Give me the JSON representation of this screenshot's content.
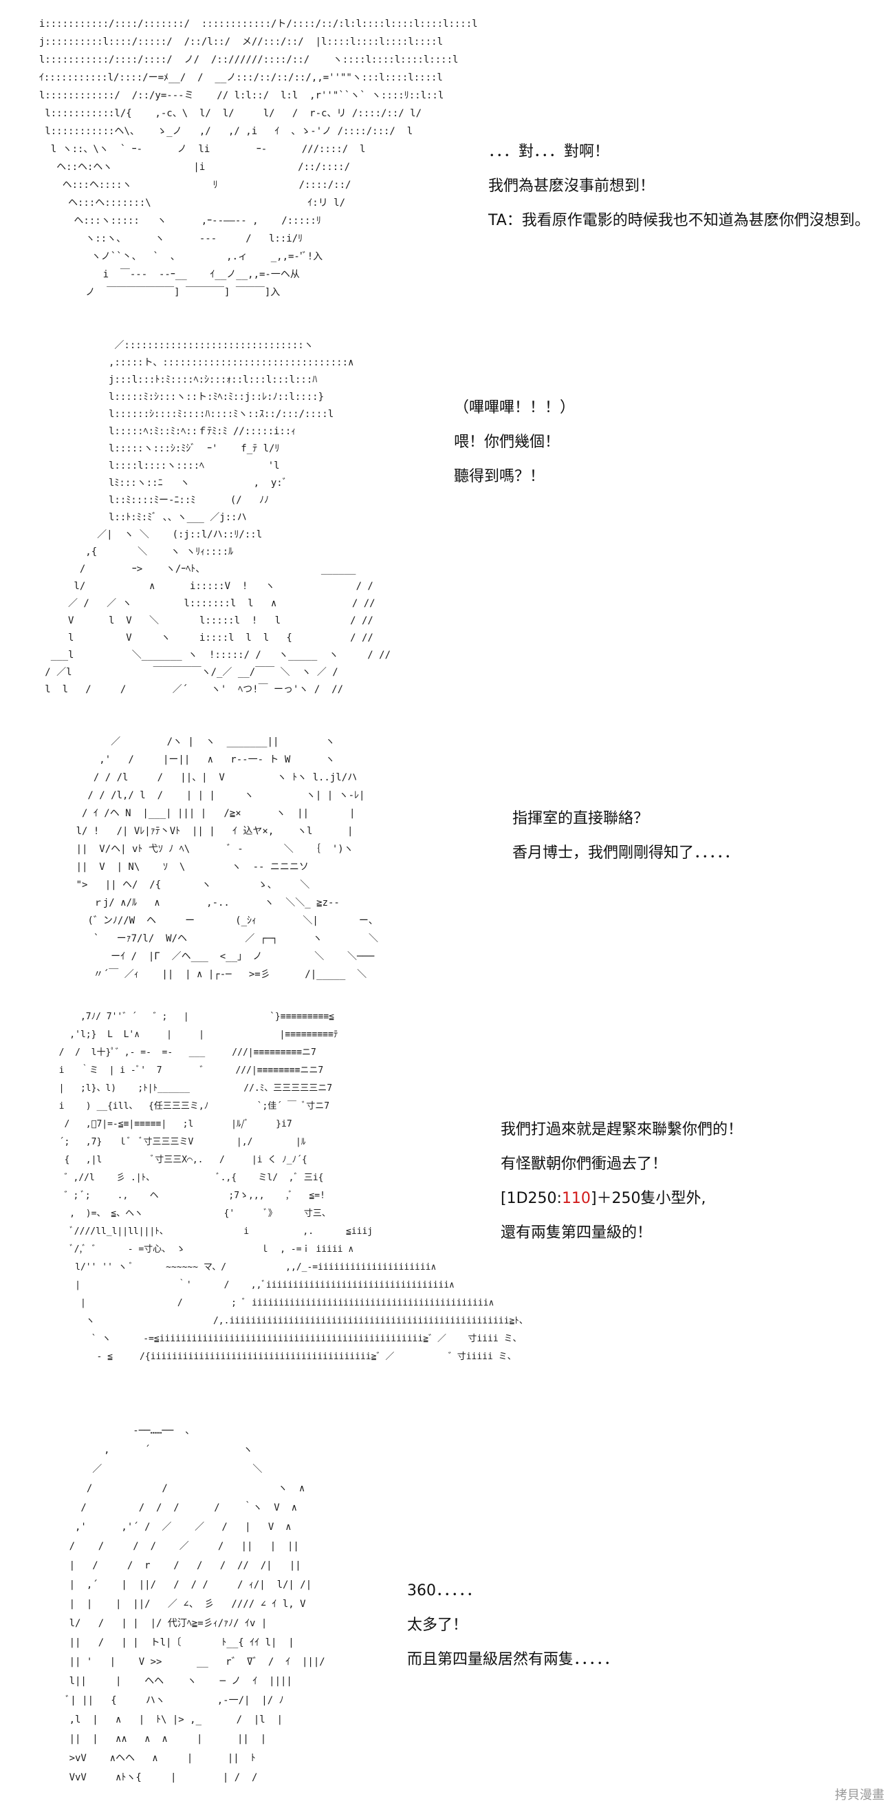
{
  "panels": [
    {
      "art": "  i:::::::::::/::::/:::::::/  ::::::::::::/ト/::::/::/:l:l::::l::::l::::l::::l\n  j::::::::::l::::/:::::/  /::/l::/  メ//:::/::/  |l::::l::::l::::l::::l\n  l:::::::::::/::::/::::/  ノ/  /:://////::::/::/    ヽ::::l::::l::::l::::l\n  ｲ:::::::::::l/::::/ー=ﾒ__/  /  __ノ:::/::/::/::/,,=''\"\"ヽ:::l::::l::::l\n  l::::::::::::/  /::/y=---ミ    // l:l::/  l:l  ,r''\"``ヽ` ヽ::::ﾘ::l::l\n   l:::::::::::l/{    ,-c、\\  l/  l/     l/   /  r-c、リ /::::/::/ l/\n   l:::::::::::ヘ\\、   ゝ_ノ   ,/   ,/ ,i   ｲ  、ゝ-'ノ /::::/:::/  l\n    l ヽ::、\\ヽ  ` ｰ-      ノ  li        ｰ-      ///::::/  l\n     ヘ::ヘ:ヘヽ              |i                /::/::::/\n      ヘ:::ヘ::::ヽ              ﾘ              /::::/::/\n       ヘ:::ヘ:::::::\\                           ｲ:リ l/\n        ヘ:::ヽ:::::   ヽ      ,ｰ‐-――‐- ,    /:::::ﾘ\n          ヽ::ヽ、     ヽ      ---     /   l::i/ﾘ\n           ヽノ``丶、  `  、        ,.ィ    _,,=-'ﾞ!入\n             i  ￣---  ‐-ｰ__    ｲ__ノ__,,=-一ヘ从\n          ノ  ￣￣￣￣￣￣￣] ￣￣￣￣] ￣￣￣]入",
      "lines": [
        "．．．對．．．對啊！",
        "我們為甚麽沒事前想到！",
        "TA：我看原作電影的時候我也不知道為甚麽你們沒想到。"
      ]
    },
    {
      "art": "               ／:::::::::::::::::::::::::::::::ヽ\n              ,:::::ト、::::::::::::::::::::::::::::::::∧\n              j:::l:::ﾄ:ﾐ::::ﾍ:ｼ:::ｫ::l:::l:::l:::ﾊ\n              l:::::ﾐ:ｼ:::ヽ::ト:ﾐﾍ:ﾐ::j::ﾚ:ﾉ::l::::}\n              l::::::ｼ::::ﾐ::::ﾊ::::ﾐヽ::ｽ::/:::/::::l\n              l:::::ﾍ:ﾐ::ﾐ:ﾍ::ｆﾃﾐ:ﾐ //:::::i::ｨ\n              l:::::ヽ:::ｼ:ﾐｼﾞ  ｰ'    f_ﾃ l/ﾘ\n              l::::l::::ヽ::::ﾍ           'l\n              lﾐ:::ヽ::ﾆ   ヽ           ,  y:ﾞ\n              l::ﾐ::::ﾐー-ﾆ::ﾐ      (/   ﾉﾉ\n              l::ﾄ:ﾐ:ﾐﾞ 、、ヽ___ ／j::ハ\n            ／|  ヽ ＼    (:j::l/ハ::ﾘ/::l\n          ,{       ＼    ヽ ヽﾘｨ::::ﾙ\n         /        ｰ>    ヽ/ｰﾍﾄ、                    ______\n        l/           ∧      i:::::V  !   ヽ              / /\n       ／ /   ／ ヽ         l:::::::l  l   ∧             / //\n       V      l  V   ＼       l:::::l  !   l            / //\n       l         V     ヽ     i::::l  l  l   {          / //\n    ___l          ＼_______ ヽ  !:::::/ /   ヽ_____  ヽ     / //\n   / ／l              ￣￣￣￣￣ヽ/_／ __/￣￣ ＼  ヽ ／ /\n   l  l   /     /        ／´    ヽ'  ﾍつ!￣ ーっ'ヽ /  //",
      "lines": [
        "（嗶嗶嗶！！！）",
        "喂！你們幾個！",
        "聽得到嗎？！"
      ]
    },
    {
      "art": "            ／        /ヽ |  ヽ  _______||        ヽ\n          ,'   /     |ー||   ∧   r‐‐一- ト W      ヽ\n         / / /l     /   ||、|  V         ヽ ﾄヽ l..jl/ハ\n        / / /l,/ l  /    | | |     ヽ         ヽ| | ヽ-ﾚ|\n       / ｲ /ヘ N  |___| ||| |   /≧×      ヽ  ||       |\n      l/ !   /| Vﾚ|ｧﾃ丶Vﾄ  || |   ｲ 込ヤ×,    ヽl      |\n      ||  V/ヘ| vﾄ 弋ｿ ﾉ ﾍ\\       ﾞ ‐       ＼   ｛  ')ヽ\n      ||  V  | N\\    ｿ  \\        ヽ  -‐ ニニニソ\n      \">   || ヘ/  /{       ヽ        ゝ、    ＼\n         ｒj/ ∧/ﾙ   ∧        ,-..      ヽ  ＼＼_ ≧z‐-\n        (゛ンﾉ//W  ヘ     ー       (_ｼｨ        ＼|       ー、\n         `   ーｧ7/l/  W/ヘ          ／ ┌─┐      ヽ        ＼\n            ーｲ /  |Γ  ／ヘ___  <__」 ノ         ＼    ＼───\n         〃´￣ ／ｨ    ||  | ∧ |┌‐─   >=彡      /|_____  ＼",
      "lines": [
        "指揮室的直接聯絡？",
        "香月博士，我們剛剛得知了．．．．．"
      ]
    },
    {
      "art": "      ,7ﾉ/ 7''゛´   ゛;   |               `}≡≡≡≡≡≡≡≡≡≦\n    ,'l;}  L  L'∧     |     |              |≡≡≡≡≡≡≡≡≡ﾃ\n  /  /  l十}ﾟ゛,- =-  =-   ___     ///|≡≡≡≡≡≡≡≡≡ニ7\n  i   ｀ミ  | i ‐ﾞ'  7       ゛     ///|≡≡≡≡≡≡≡≡ニニ7\n  |   ;l}、l)    ;ﾄ|ﾄ______          //.ﾐ、三三三三三ニ7\n  i    ) __{ill、  {任三三三ミ,ﾉ         `;佳´ ￣ ﾞ寸ニ7\n   /   ,ﾞ7|=-≦≡|≡≡≡≡≡|   ;l       |ﾙ/ﾞ     }i7\n  ´;   ,7}   ｌﾞ  ﾞ寸三三三ミV        |,/        |ﾙ\n   {   ,|l         ﾞ寸三三X⌒,.   /     |i く ﾉ_ﾉ´{\n   ゛,//l    彡 .|ﾄ、            ﾞ.,{    ミl/  ,ﾞ 三i{\n   ゛; ﾞ;     .,    ヘ             ;7ゝ,,,    ,ﾞ   ≦=!\n    ,  )=、 ≦、ヘヽ               {'      ﾞ》     寸三、\n    ﾞ////ll_l||ll|||ﾄ、              i          ,.      ≦iiij\n    ﾞ/,ﾞ ゛     - =寸心、 ゝ              ｌ  , -=ｉ iiiii ∧\n     l/'' '' ヽ ﾞ      ~~~~~~ マ、/           ,,/_-=iiiiiiiiiiiiiiiiiiiii∧\n     |                  ｀'      /    ,,ﾞiiiiiiiiiiiiiiiiiiiiiiiiiiiiiiiiii∧\n      |                 /         ; ﾞ iiiiiiiiiiiiiiiiiiiiiiiiiiiiiiiiiiiiiiiiiiii∧\n       ヽ                      /,.iiiiiiiiiiiiiiiiiiiiiiiiiiiiiiiiiiiiiiiiiiiiiiiiiiii≧ﾄ、\n        ` ヽ      -=≦iiiiiiiiiiiiiiiiiiiiiiiiiiiiiiiiiiiiiiiiiiiiiiiii≧゛／    寸iiii ミ、\n         - ≦     /{iiiiiiiiiiiiiiiiiiiiiiiiiiiiiiiiiiiiiiiii≧゛／          ゛寸iiiii ミ、",
      "lines": [
        "我們打過來就是趕緊來聯繫你們的！",
        "有怪獸朝你們衝過去了！",
        "[1D250:",
        "還有兩隻第四量級的！"
      ],
      "roll_value": "110",
      "roll_suffix": "]＋250隻小型外,"
    },
    {
      "art": "                 ‐──……──  、\n            ,      ´                ヽ\n          ／                          ＼\n         /            /                   ヽ  ∧\n        /         /  /  /      /    ｀ヽ  V  ∧\n       ,'      ,'´ /  ／    ／   /   |   V  ∧\n      /    /     /  /    ／     /   ||   |  ||\n      |   /     /  r    /   /   /  //  /|   ||\n      |  ,´    |  ||/   /  / /     / ｨ/|  l/| /|\n      |  |    |  ||/   ／ ∠、 彡   //// ∠ ｲ l, V\n      l/   /   | |  |/ 代汀ﾍ≧=彡ｨ/ｧﾉ/ ｲv |\n      ||   /   | |  トl|〔       ﾄ__{ ｲｲ l|  |\n      || '   |    V >>      __   r゛ ̄V゛ /  ｲ  |||/\n      l||     |    ヘヘ    ヽ    ─ ノ  ｲ  ||||\n      ﾞ| ||   {     ハヽ         ,-一/|  |/ ﾉ\n      ,l  |   ∧   |  ﾄ\\ |> ,_      /  |l  |\n      ||  |   ∧∧   ∧  ∧     |      ||  |\n      >vV    ∧ヘヘ   ∧     |      ||  ﾄ\n      VvV     ∧ﾄヽ{     |        | /  /",
      "lines": [
        "360．．．．．",
        "太多了！",
        "而且第四量級居然有兩隻．．．．．"
      ]
    }
  ],
  "watermark": "拷貝漫畫"
}
